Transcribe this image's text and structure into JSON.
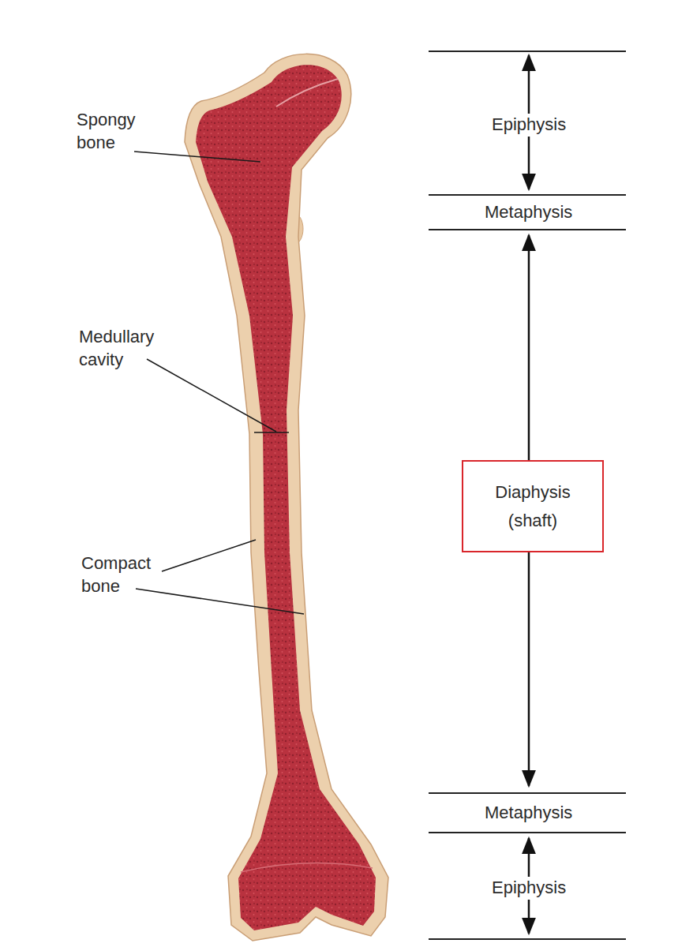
{
  "diagram": {
    "nodes": [
      {
        "text": [
          "Diaphysis (shaft)"
        ]
      }
    ],
    "labels": [
      "Spongy bone",
      "Medullary cavity",
      "Compact bone",
      "Epiphysis",
      "Metaphysis",
      "Metaphysis",
      "Epiphysis"
    ]
  }
}
